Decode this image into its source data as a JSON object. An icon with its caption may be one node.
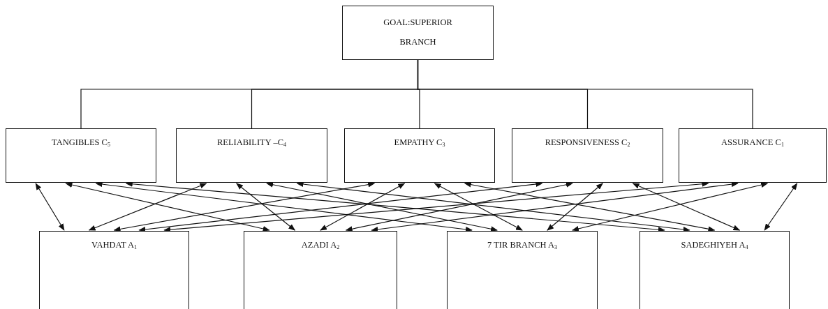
{
  "diagram": {
    "nodes": [
      {
        "text": [
          "GOAL:SUPERIOR BRANCH"
        ]
      },
      {
        "text": [
          "TANGIBLES C$_{5}$"
        ]
      },
      {
        "text": [
          "RELIABILITY –C$_{4}$"
        ]
      },
      {
        "text": [
          "EMPATHY C$_{3}$"
        ]
      },
      {
        "text": [
          "RESPONSIVENESS C$_{2}$"
        ]
      },
      {
        "text": [
          "ASSURANCE C$_{1}$"
        ]
      },
      {
        "text": [
          "VAHDAT A$_{1}$"
        ]
      },
      {
        "text": [
          "AZADI A$_{2}$"
        ]
      },
      {
        "text": [
          "7 TIR BRANCH A$_{3}$"
        ]
      },
      {
        "text": [
          "SADEGHIYEH A$_{4}$"
        ]
      }
    ],
    "edges": [
      {
        "from": 0,
        "to": 1,
        "arrow": "none"
      },
      {
        "from": 0,
        "to": 2,
        "arrow": "none"
      },
      {
        "from": 0,
        "to": 3,
        "arrow": "none"
      },
      {
        "from": 0,
        "to": 4,
        "arrow": "none"
      },
      {
        "from": 0,
        "to": 5,
        "arrow": "none"
      },
      {
        "from": 1,
        "to": 6,
        "arrow": "both"
      },
      {
        "from": 1,
        "to": 7,
        "arrow": "both"
      },
      {
        "from": 1,
        "to": 8,
        "arrow": "both"
      },
      {
        "from": 1,
        "to": 9,
        "arrow": "both"
      },
      {
        "from": 2,
        "to": 6,
        "arrow": "both"
      },
      {
        "from": 2,
        "to": 7,
        "arrow": "both"
      },
      {
        "from": 2,
        "to": 8,
        "arrow": "both"
      },
      {
        "from": 2,
        "to": 9,
        "arrow": "both"
      },
      {
        "from": 3,
        "to": 6,
        "arrow": "both"
      },
      {
        "from": 3,
        "to": 7,
        "arrow": "both"
      },
      {
        "from": 3,
        "to": 8,
        "arrow": "both"
      },
      {
        "from": 3,
        "to": 9,
        "arrow": "both"
      },
      {
        "from": 4,
        "to": 6,
        "arrow": "both"
      },
      {
        "from": 4,
        "to": 7,
        "arrow": "both"
      },
      {
        "from": 4,
        "to": 8,
        "arrow": "both"
      },
      {
        "from": 4,
        "to": 9,
        "arrow": "both"
      },
      {
        "from": 5,
        "to": 6,
        "arrow": "both"
      },
      {
        "from": 5,
        "to": 7,
        "arrow": "both"
      },
      {
        "from": 5,
        "to": 8,
        "arrow": "both"
      },
      {
        "from": 5,
        "to": 9,
        "arrow": "both"
      }
    ]
  }
}
